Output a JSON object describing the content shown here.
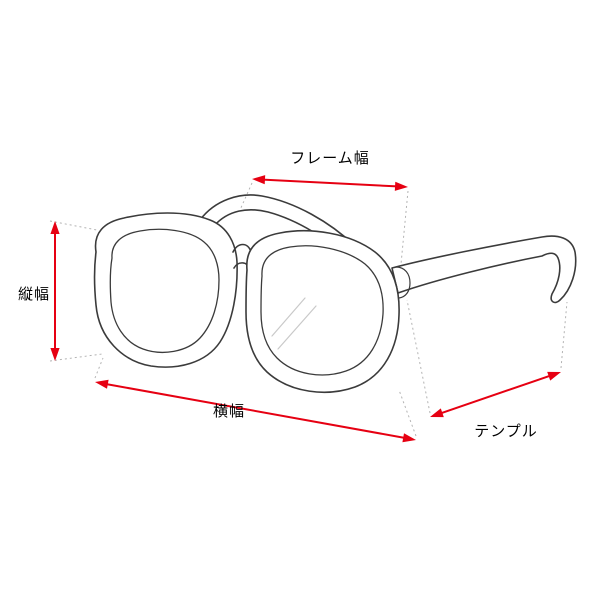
{
  "page": {
    "background": "#ffffff"
  },
  "diagram": {
    "illustration": "eyeglasses-line-drawing",
    "labels": {
      "frame_width": "フレーム幅",
      "height": "縦幅",
      "total_width": "横幅",
      "temple": "テンプル"
    },
    "colors": {
      "arrow": "#e60012",
      "outline": "#3b3b3b",
      "guide_line": "#b3b3b3"
    }
  }
}
